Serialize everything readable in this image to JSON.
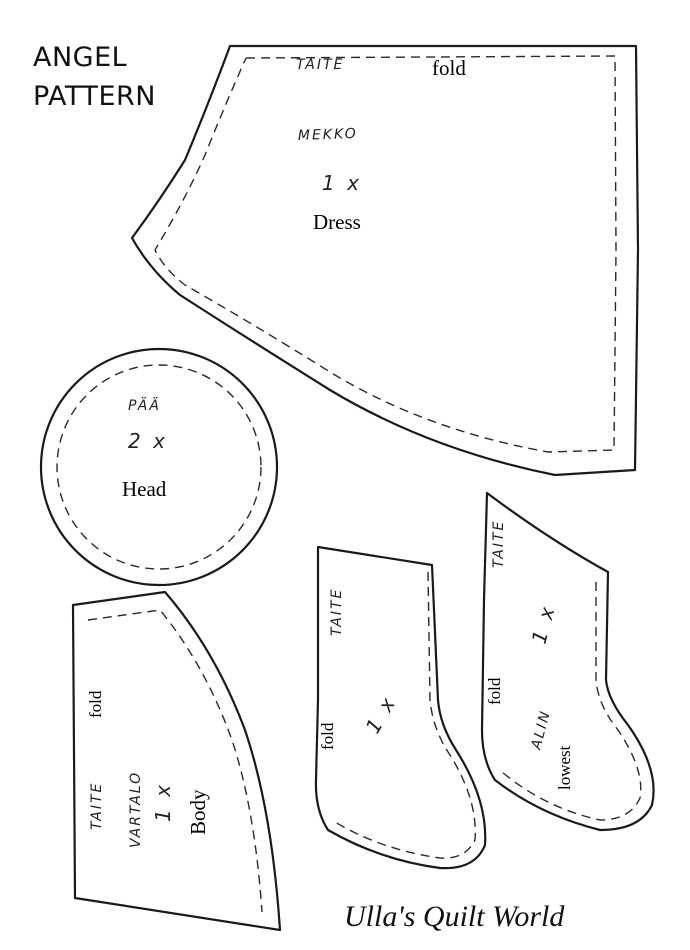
{
  "title": {
    "line1": "ANGEL",
    "line2": "PATTERN"
  },
  "dress": {
    "fold_hand": "TAITE",
    "fold_typed": "fold",
    "name_hand": "MEKKO",
    "count": "1 x",
    "name_typed": "Dress"
  },
  "head": {
    "name_hand": "PÄÄ",
    "count": "2 x",
    "name_typed": "Head"
  },
  "body_piece": {
    "fold_typed": "fold",
    "fold_hand": "TAITE",
    "name_hand": "VARTALO",
    "count": "1 x",
    "name_typed": "Body"
  },
  "arm": {
    "fold_hand": "TAITE",
    "fold_typed": "fold",
    "count": "1 x"
  },
  "lower_arm": {
    "fold_hand": "TAITE",
    "count": "1 x",
    "fold_typed": "fold",
    "name_hand": "ALIN",
    "name_typed": "lowest"
  },
  "brand": "Ulla's Quilt World"
}
